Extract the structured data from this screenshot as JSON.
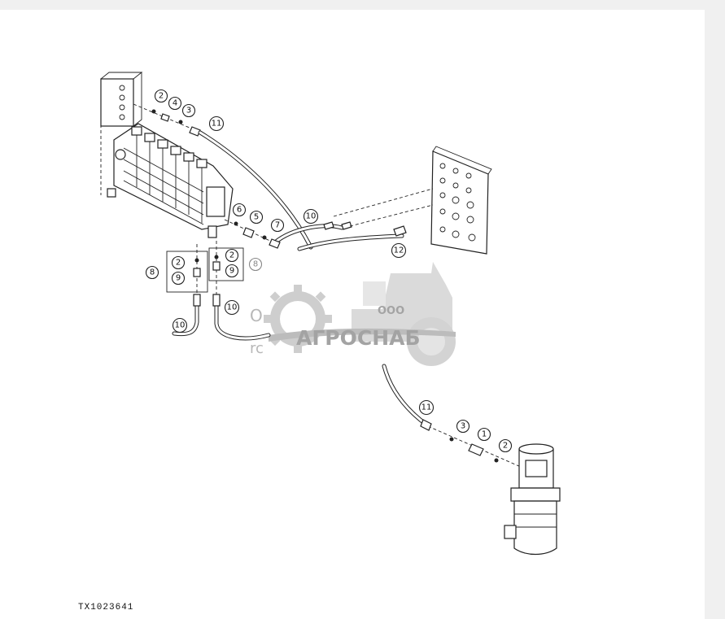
{
  "figure_id": "TX1023641",
  "watermark": {
    "brand": "АГРОСНАБ",
    "prefix": "ООО"
  },
  "callouts": [
    {
      "id": "c-2-top",
      "label": "2"
    },
    {
      "id": "c-4-top",
      "label": "4"
    },
    {
      "id": "c-3-top",
      "label": "3"
    },
    {
      "id": "c-11-top",
      "label": "11"
    },
    {
      "id": "c-6",
      "label": "6"
    },
    {
      "id": "c-5",
      "label": "5"
    },
    {
      "id": "c-7",
      "label": "7"
    },
    {
      "id": "c-10-mid",
      "label": "10"
    },
    {
      "id": "c-12",
      "label": "12"
    },
    {
      "id": "c-8-left",
      "label": "8"
    },
    {
      "id": "c-2-box-a",
      "label": "2"
    },
    {
      "id": "c-9-box-a",
      "label": "9"
    },
    {
      "id": "c-2-box-b",
      "label": "2"
    },
    {
      "id": "c-9-box-b",
      "label": "9"
    },
    {
      "id": "c-8-right",
      "label": "8"
    },
    {
      "id": "c-10-left",
      "label": "10"
    },
    {
      "id": "c-10-right",
      "label": "10"
    },
    {
      "id": "c-11-bottom",
      "label": "11"
    },
    {
      "id": "c-3-bottom",
      "label": "3"
    },
    {
      "id": "c-1-bottom",
      "label": "1"
    },
    {
      "id": "c-2-bottom",
      "label": "2"
    }
  ]
}
